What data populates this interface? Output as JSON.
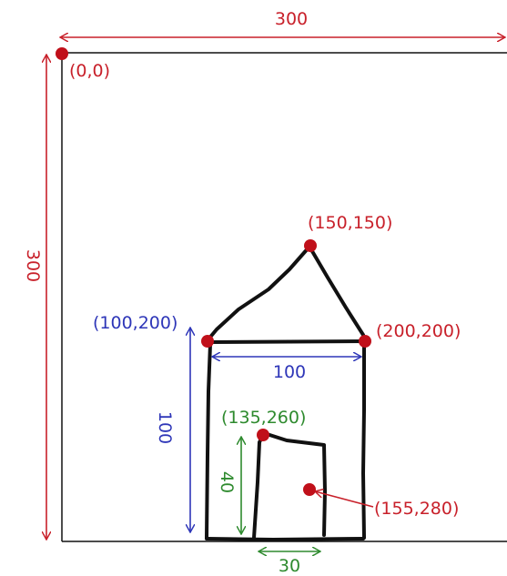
{
  "colors": {
    "red": "#c8202a",
    "blue": "#2e36b8",
    "green": "#2e8a2e",
    "line": "#111111",
    "point": "#c0101a"
  },
  "dimensions": {
    "canvas_width": "300",
    "canvas_height": "300",
    "house_width": "100",
    "house_height": "100",
    "door_height": "40",
    "door_width": "30"
  },
  "points": {
    "origin": "(0,0)",
    "roof_peak": "(150,150)",
    "house_top_left": "(100,200)",
    "house_top_right": "(200,200)",
    "door_top_left": "(135,260)",
    "door_center": "(155,280)"
  }
}
